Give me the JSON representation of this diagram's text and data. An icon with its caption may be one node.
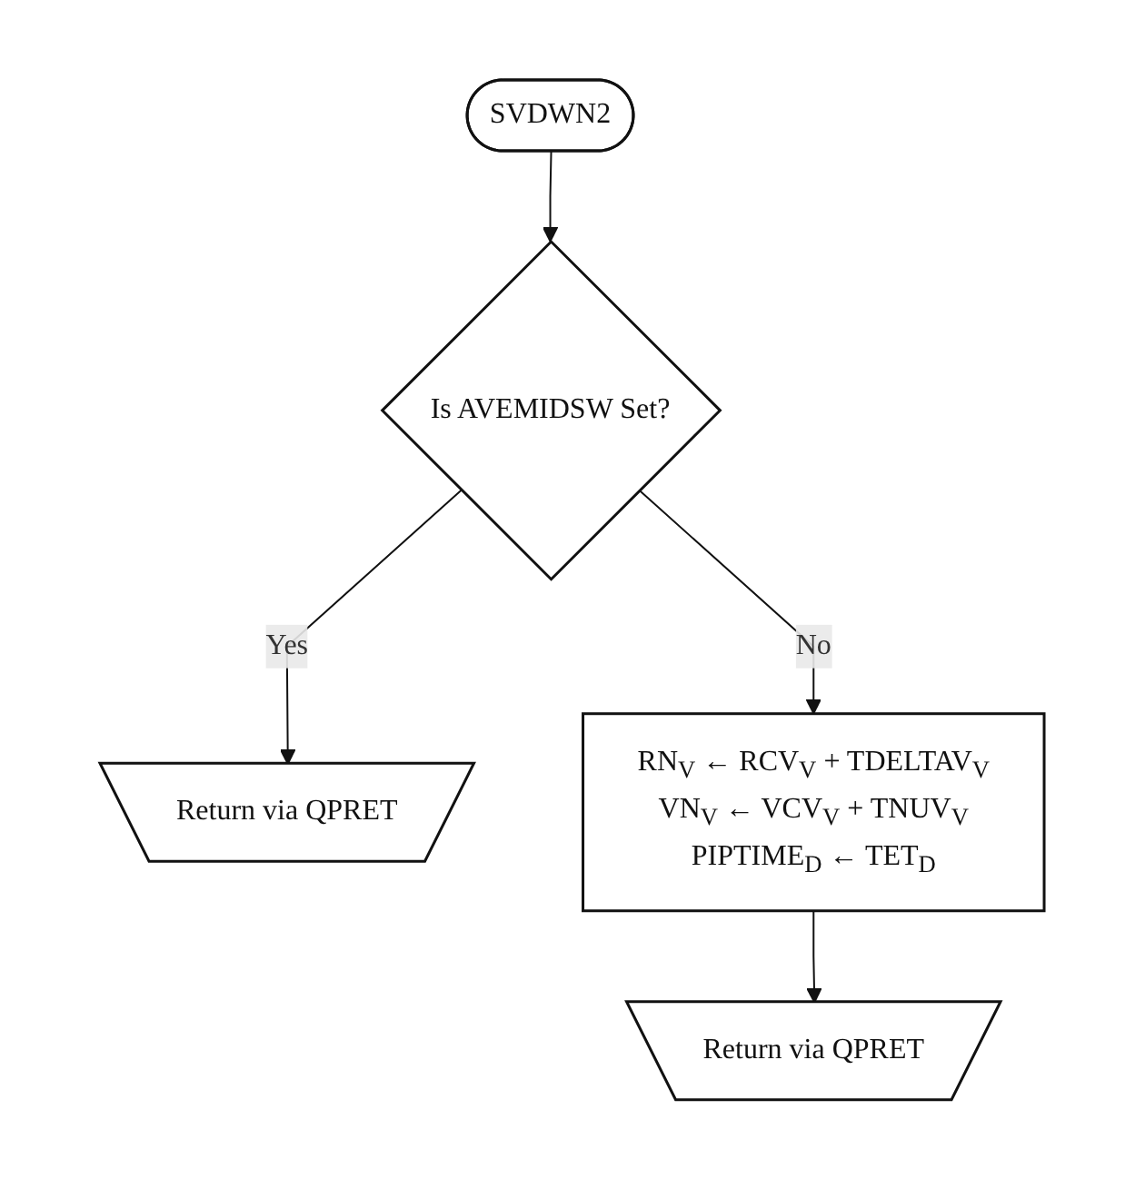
{
  "diagram": {
    "nodes": [
      {
        "text": [
          "SVDWN2"
        ]
      },
      {
        "text": [
          "Is AVEMIDSW Set?"
        ]
      },
      {
        "text": [
          "Return via QPRET"
        ]
      },
      {
        "text": [
          "RN$_{V}$ ← RCV$_{V}$ + TDELTAV$_{V}$",
          "VN$_{V}$ ← VCV$_{V}$ + TNUV$_{V}$",
          "PIPTIME$_{D}$ ← TET$_{D}$"
        ]
      },
      {
        "text": [
          "Return via QPRET"
        ]
      }
    ],
    "edges": [
      {
        "from": 0,
        "to": 1,
        "arrow": "to"
      },
      {
        "from": 1,
        "to": 2,
        "label": "Yes",
        "arrow": "to"
      },
      {
        "from": 1,
        "to": 3,
        "label": "No",
        "arrow": "to"
      },
      {
        "from": 3,
        "to": 4,
        "arrow": "to"
      }
    ]
  }
}
